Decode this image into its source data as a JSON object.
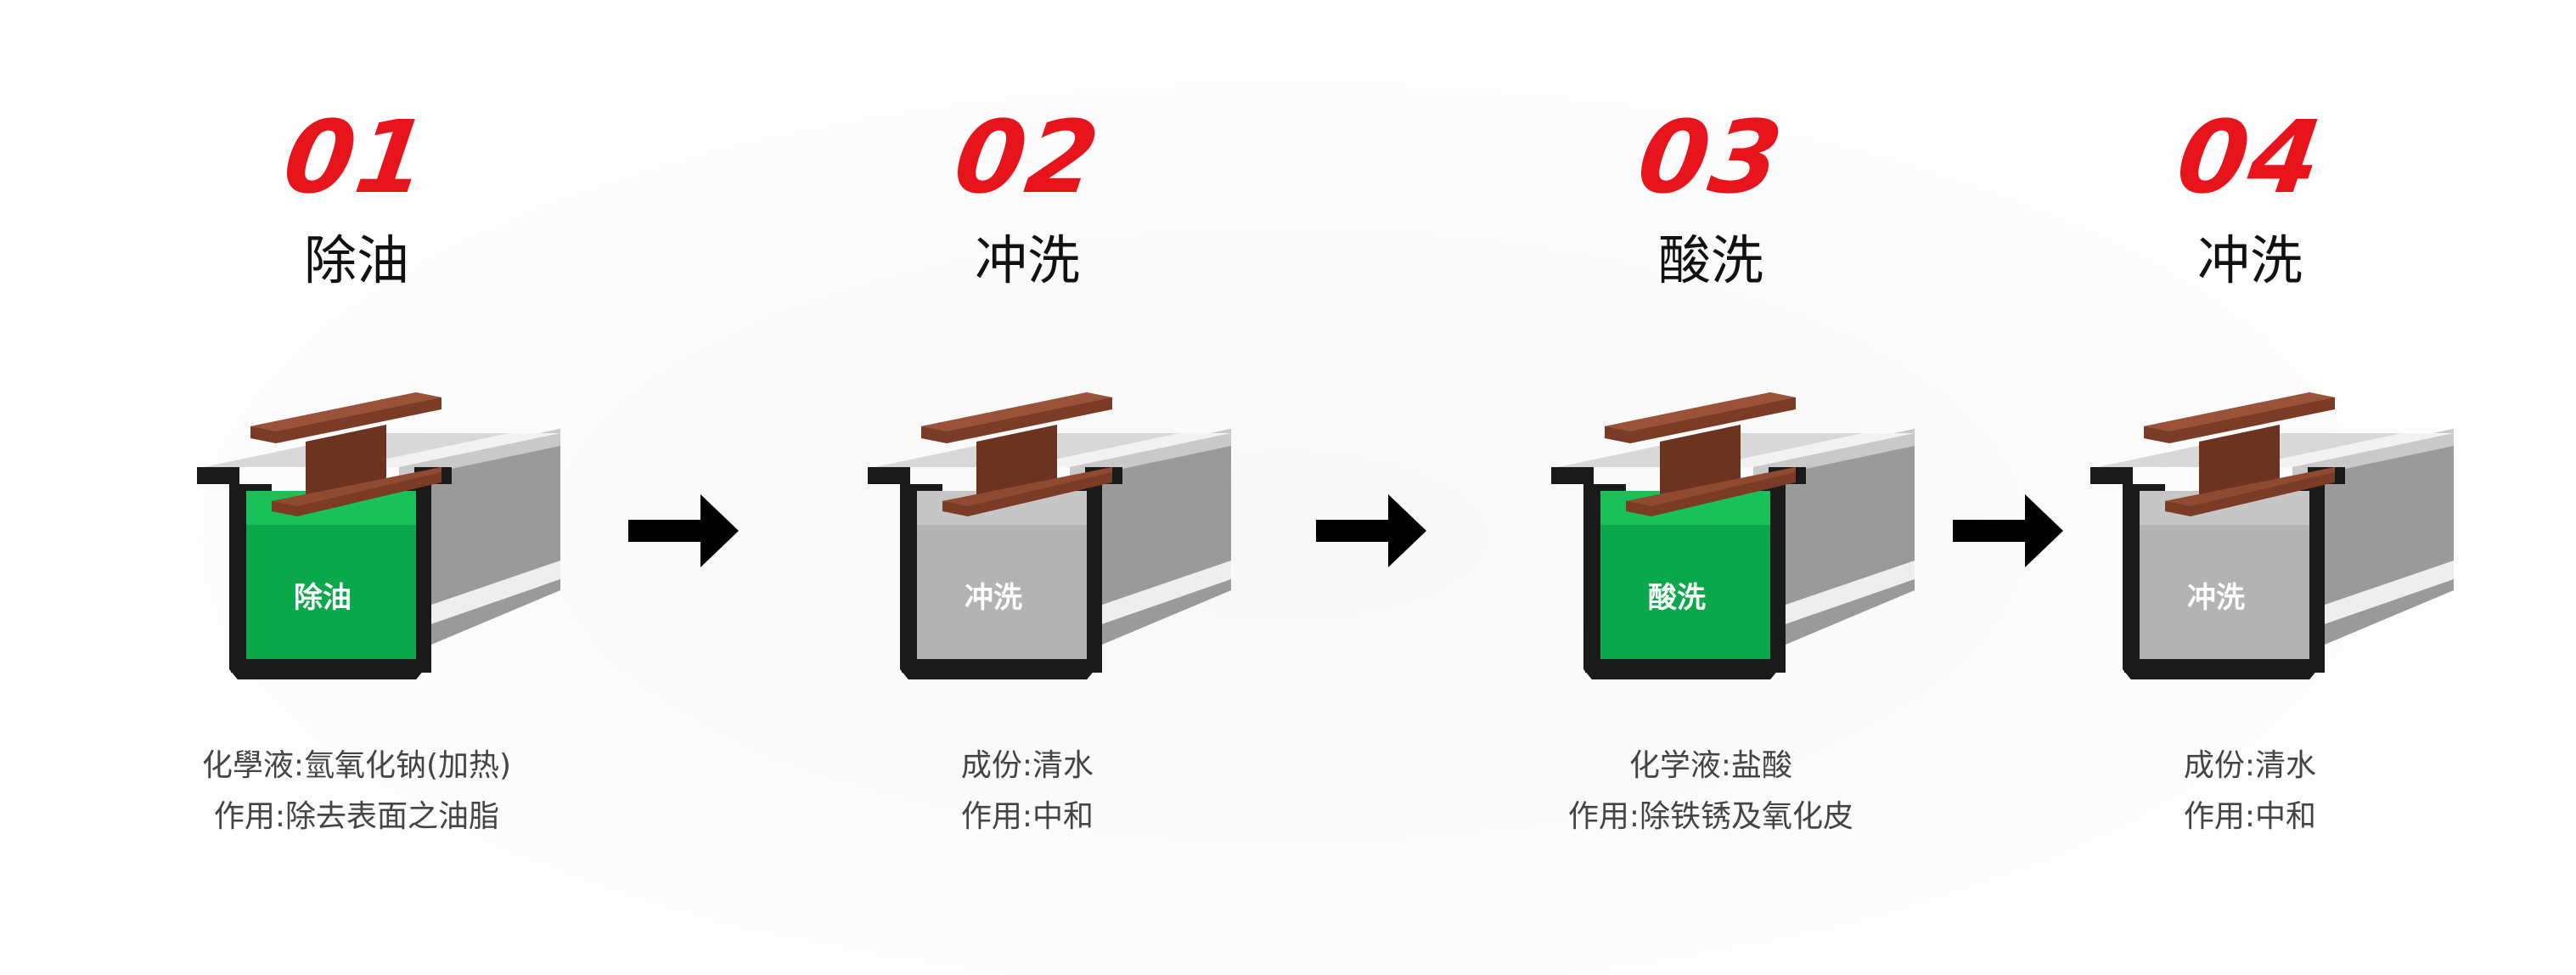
{
  "steps": [
    {
      "number": "01",
      "title": "除油",
      "tank_label": "除油",
      "liquid": "green",
      "desc_line1": "化學液:氫氧化钠(加热)",
      "desc_line2": "作用:除去表面之油脂"
    },
    {
      "number": "02",
      "title": "冲洗",
      "tank_label": "冲洗",
      "liquid": "gray",
      "desc_line1": "成份:清水",
      "desc_line2": "作用:中和"
    },
    {
      "number": "03",
      "title": "酸洗",
      "tank_label": "酸洗",
      "liquid": "green",
      "desc_line1": "化学液:盐酸",
      "desc_line2": "作用:除铁锈及氧化皮"
    },
    {
      "number": "04",
      "title": "冲洗",
      "tank_label": "冲洗",
      "liquid": "gray",
      "desc_line1": "成份:清水",
      "desc_line2": "作用:中和"
    }
  ],
  "colors": {
    "number_red": "#e8141c",
    "liquid_green": "#0aa84a",
    "liquid_gray": "#b3b3b3",
    "beam_brown": "#7a3b27",
    "arrow": "#000000"
  },
  "icons": {
    "arrow": "right-arrow-icon",
    "tank": "tank-icon",
    "beam": "i-beam-icon"
  }
}
